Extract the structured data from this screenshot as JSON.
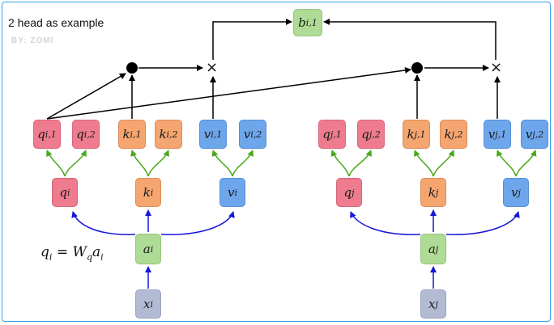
{
  "note": "2 head as example",
  "watermark": "BY: ZOMI",
  "formula": {
    "lhs": "q",
    "lhs_sub": "i",
    "eq": " = ",
    "w": "W",
    "w_sub": "q",
    "a": "a",
    "a_sub": "i"
  },
  "output": {
    "base": "b",
    "sub": "i,1"
  },
  "ops": {
    "multiply": "×"
  },
  "left": {
    "x": {
      "base": "x",
      "sub": "i"
    },
    "a": {
      "base": "a",
      "sub": "i"
    },
    "q": {
      "base": "q",
      "sub": "i"
    },
    "k": {
      "base": "k",
      "sub": "i"
    },
    "v": {
      "base": "v",
      "sub": "i"
    },
    "q1": {
      "base": "q",
      "sub": "i,1"
    },
    "q2": {
      "base": "q",
      "sub": "i,2"
    },
    "k1": {
      "base": "k",
      "sub": "i,1"
    },
    "k2": {
      "base": "k",
      "sub": "i,2"
    },
    "v1": {
      "base": "v",
      "sub": "i,1"
    },
    "v2": {
      "base": "v",
      "sub": "i,2"
    }
  },
  "right": {
    "x": {
      "base": "x",
      "sub": "j"
    },
    "a": {
      "base": "a",
      "sub": "j"
    },
    "q": {
      "base": "q",
      "sub": "j"
    },
    "k": {
      "base": "k",
      "sub": "j"
    },
    "v": {
      "base": "v",
      "sub": "j"
    },
    "q1": {
      "base": "q",
      "sub": "j,1"
    },
    "q2": {
      "base": "q",
      "sub": "j,2"
    },
    "k1": {
      "base": "k",
      "sub": "j,1"
    },
    "k2": {
      "base": "k",
      "sub": "j,2"
    },
    "v1": {
      "base": "v",
      "sub": "j,1"
    },
    "v2": {
      "base": "v",
      "sub": "j,2"
    }
  },
  "colors": {
    "query": "#ee7c8e",
    "key": "#f5a56f",
    "value": "#6ea6ec",
    "embed": "#aedb95",
    "input": "#b3bbd4",
    "split_arrow": "#4aa81c",
    "proj_arrow": "#1616d8",
    "frame": "#2f9fe3"
  }
}
